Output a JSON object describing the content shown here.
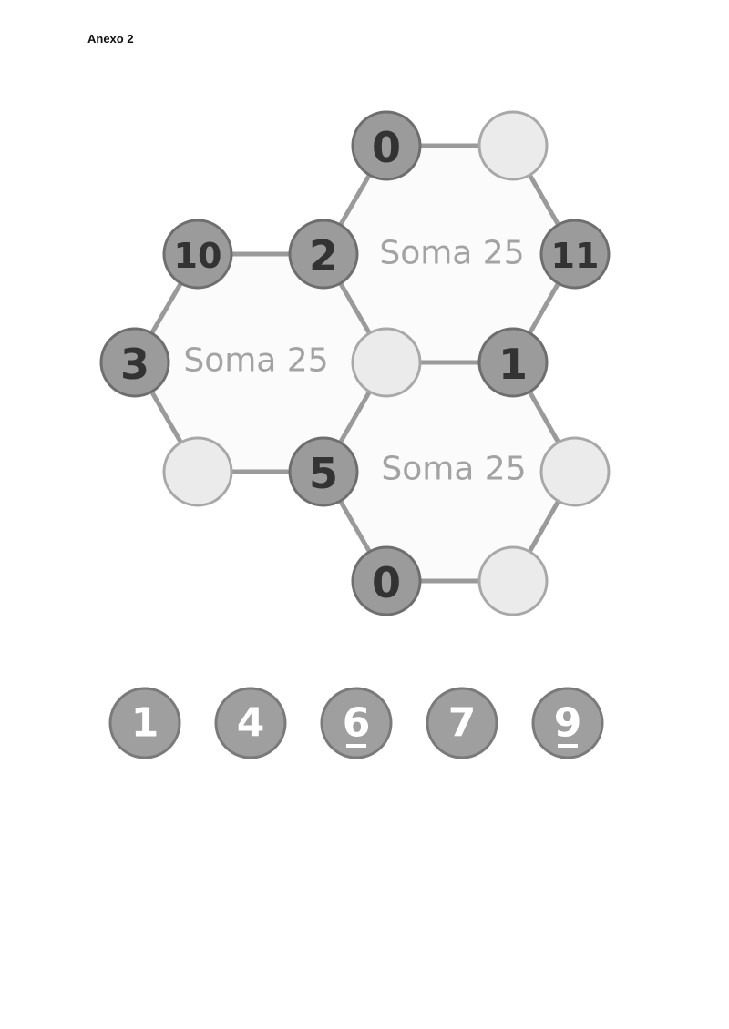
{
  "page_label": "Anexo 2",
  "hexagons": [
    {
      "id": "top-right",
      "label": "Soma 25"
    },
    {
      "id": "left",
      "label": "Soma 25"
    },
    {
      "id": "bottom-right",
      "label": "Soma 25"
    }
  ],
  "nodes": [
    {
      "id": "n-top-left",
      "value": "0",
      "filled": true
    },
    {
      "id": "n-top-right",
      "value": "",
      "filled": false
    },
    {
      "id": "n-far-left-top",
      "value": "10",
      "filled": true
    },
    {
      "id": "n-center-top",
      "value": "2",
      "filled": true
    },
    {
      "id": "n-right-mid",
      "value": "11",
      "filled": true
    },
    {
      "id": "n-far-left-mid",
      "value": "3",
      "filled": true
    },
    {
      "id": "n-center",
      "value": "",
      "filled": false
    },
    {
      "id": "n-right-center",
      "value": "1",
      "filled": true
    },
    {
      "id": "n-left-bottom",
      "value": "",
      "filled": false
    },
    {
      "id": "n-center-bottom",
      "value": "5",
      "filled": true
    },
    {
      "id": "n-right-low",
      "value": "",
      "filled": false
    },
    {
      "id": "n-bottom-left",
      "value": "0",
      "filled": true
    },
    {
      "id": "n-bottom-right",
      "value": "",
      "filled": false
    }
  ],
  "tiles": [
    {
      "value": "1",
      "underline": false
    },
    {
      "value": "4",
      "underline": false
    },
    {
      "value": "6",
      "underline": true
    },
    {
      "value": "7",
      "underline": false
    },
    {
      "value": "9",
      "underline": true
    }
  ]
}
